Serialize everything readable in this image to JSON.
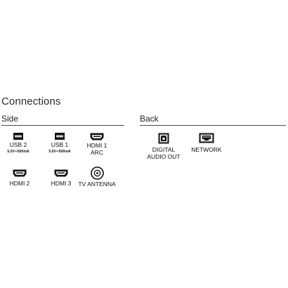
{
  "title": "Connections",
  "sections": {
    "side": {
      "label": "Side",
      "ports": [
        {
          "name": "USB 2",
          "spec": "5.0V═500mA",
          "icon": "usb-icon"
        },
        {
          "name": "USB 1",
          "spec": "5.0V═500mA",
          "icon": "usb-icon"
        },
        {
          "name": "HDMI 1",
          "subname": "ARC",
          "icon": "hdmi-icon"
        },
        {
          "name": "HDMI 2",
          "icon": "hdmi-icon"
        },
        {
          "name": "HDMI 3",
          "icon": "hdmi-icon"
        },
        {
          "name": "TV ANTENNA",
          "icon": "antenna-coax-icon"
        }
      ]
    },
    "back": {
      "label": "Back",
      "ports": [
        {
          "name": "DIGITAL",
          "subname": "AUDIO OUT",
          "icon": "optical-audio-icon"
        },
        {
          "name": "NETWORK",
          "icon": "ethernet-icon"
        }
      ]
    }
  }
}
